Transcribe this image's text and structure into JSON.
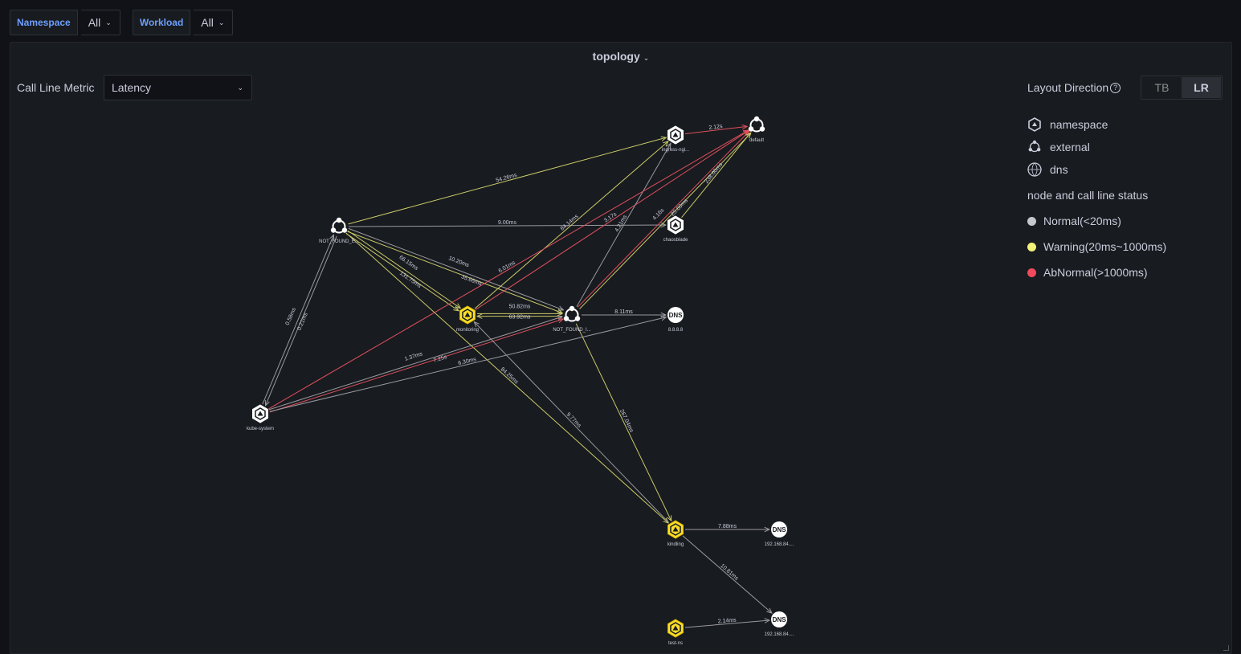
{
  "variables": [
    {
      "label": "Namespace",
      "value": "All"
    },
    {
      "label": "Workload",
      "value": "All"
    }
  ],
  "panel": {
    "title": "topology"
  },
  "call_line_metric": {
    "label": "Call Line Metric",
    "value": "Latency"
  },
  "layout_direction": {
    "label": "Layout Direction",
    "options": [
      "TB",
      "LR"
    ],
    "selected": "LR"
  },
  "legend": {
    "node_types": [
      "namespace",
      "external",
      "dns"
    ],
    "status_title": "node and call line status",
    "statuses": [
      {
        "label": "Normal(<20ms)",
        "color": "#c7c7cf"
      },
      {
        "label": "Warning(20ms~1000ms)",
        "color": "#f2f27a"
      },
      {
        "label": "AbNormal(>1000ms)",
        "color": "#f2495c"
      }
    ]
  },
  "colors": {
    "normal": "#9a9aa0",
    "warning": "#c9c96a",
    "abnormal": "#e0505f",
    "node_warning": "#fade2a"
  },
  "graph": {
    "nodes": [
      {
        "id": "ingress",
        "label": "ingress-ngi...",
        "type": "namespace",
        "status": "normal"
      },
      {
        "id": "default",
        "label": "default",
        "type": "external",
        "status": "normal"
      },
      {
        "id": "nf1",
        "label": "NOT_FOUND_E...",
        "type": "external",
        "status": "normal"
      },
      {
        "id": "chaos",
        "label": "chaosblade",
        "type": "namespace",
        "status": "normal"
      },
      {
        "id": "monitoring",
        "label": "monitoring",
        "type": "namespace",
        "status": "warning"
      },
      {
        "id": "nf2",
        "label": "NOT_FOUND_I...",
        "type": "external",
        "status": "normal"
      },
      {
        "id": "dns8",
        "label": "8.8.8.8",
        "type": "dns",
        "status": "normal"
      },
      {
        "id": "kube",
        "label": "kube-system",
        "type": "namespace",
        "status": "normal"
      },
      {
        "id": "kindling",
        "label": "kindling",
        "type": "namespace",
        "status": "warning"
      },
      {
        "id": "dns1",
        "label": "192.168.84....",
        "type": "dns",
        "status": "normal"
      },
      {
        "id": "dns2",
        "label": "192.168.84....",
        "type": "dns",
        "status": "normal"
      },
      {
        "id": "testns",
        "label": "test-ns",
        "type": "namespace",
        "status": "warning"
      }
    ],
    "edges": [
      {
        "from": "ingress",
        "to": "default",
        "label": "2.12s",
        "status": "abnormal"
      },
      {
        "from": "nf1",
        "to": "ingress",
        "label": "54.26ms",
        "status": "warning"
      },
      {
        "from": "nf1",
        "to": "chaos",
        "label": "9.00ms",
        "status": "normal"
      },
      {
        "from": "nf1",
        "to": "monitoring",
        "label": "66.15ms",
        "status": "warning"
      },
      {
        "from": "nf1",
        "to": "monitoring",
        "label": "131.75ms",
        "status": "warning"
      },
      {
        "from": "nf1",
        "to": "nf2",
        "label": "10.20ms",
        "status": "normal"
      },
      {
        "from": "nf1",
        "to": "nf2",
        "label": "35.66ms",
        "status": "warning"
      },
      {
        "from": "nf1",
        "to": "kube",
        "label": "0.21ms",
        "status": "normal"
      },
      {
        "from": "kube",
        "to": "nf1",
        "label": "0.58ms",
        "status": "normal"
      },
      {
        "from": "nf1",
        "to": "kindling",
        "label": "84.25ms",
        "status": "warning"
      },
      {
        "from": "monitoring",
        "to": "ingress",
        "label": "84.14ms",
        "status": "warning"
      },
      {
        "from": "monitoring",
        "to": "default",
        "label": "3.17s",
        "status": "abnormal"
      },
      {
        "from": "monitoring",
        "to": "nf2",
        "label": "50.82ms",
        "status": "warning"
      },
      {
        "from": "nf2",
        "to": "monitoring",
        "label": "63.92ms",
        "status": "warning"
      },
      {
        "from": "nf2",
        "to": "ingress",
        "label": "4.21ms",
        "status": "normal"
      },
      {
        "from": "nf2",
        "to": "default",
        "label": "4.16s",
        "status": "abnormal"
      },
      {
        "from": "nf2",
        "to": "default",
        "label": "25.60ms",
        "status": "warning"
      },
      {
        "from": "chaos",
        "to": "default",
        "label": "238.00ms",
        "status": "warning"
      },
      {
        "from": "nf2",
        "to": "dns8",
        "label": "8.11ms",
        "status": "normal"
      },
      {
        "from": "nf2",
        "to": "kindling",
        "label": "267.04ms",
        "status": "warning"
      },
      {
        "from": "kube",
        "to": "default",
        "label": "6.01ms",
        "status": "abnormal"
      },
      {
        "from": "kube",
        "to": "nf2",
        "label": "1.37ms",
        "status": "normal"
      },
      {
        "from": "kube",
        "to": "nf2",
        "label": "7.25s",
        "status": "abnormal"
      },
      {
        "from": "kube",
        "to": "dns8",
        "label": "6.30ms",
        "status": "normal"
      },
      {
        "from": "kindling",
        "to": "monitoring",
        "label": "9.77ms",
        "status": "normal"
      },
      {
        "from": "kindling",
        "to": "dns1",
        "label": "7.88ms",
        "status": "normal"
      },
      {
        "from": "kindling",
        "to": "dns2",
        "label": "10.81ms",
        "status": "normal"
      },
      {
        "from": "testns",
        "to": "dns2",
        "label": "2.14ms",
        "status": "normal"
      }
    ]
  }
}
